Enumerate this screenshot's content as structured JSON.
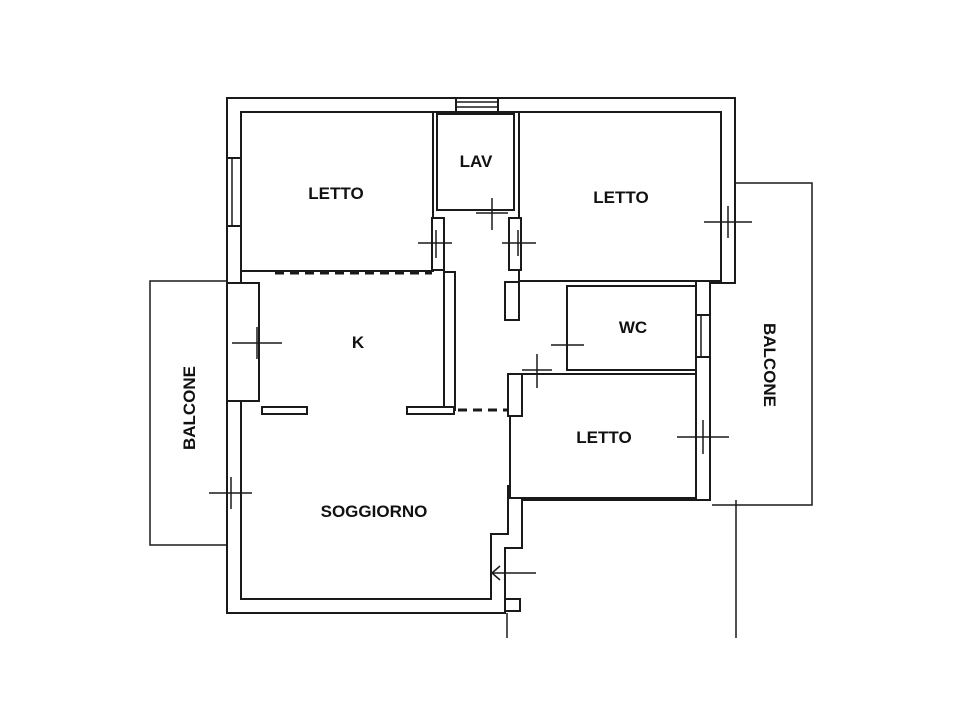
{
  "rooms": {
    "letto_1": "LETTO",
    "lav": "LAV",
    "letto_2": "LETTO",
    "k": "K",
    "wc": "WC",
    "letto_3": "LETTO",
    "soggiorno": "SOGGIORNO",
    "balcone_left": "BALCONE",
    "balcone_right": "BALCONE"
  },
  "colors": {
    "line": "#1a1a1a",
    "background": "#ffffff"
  }
}
